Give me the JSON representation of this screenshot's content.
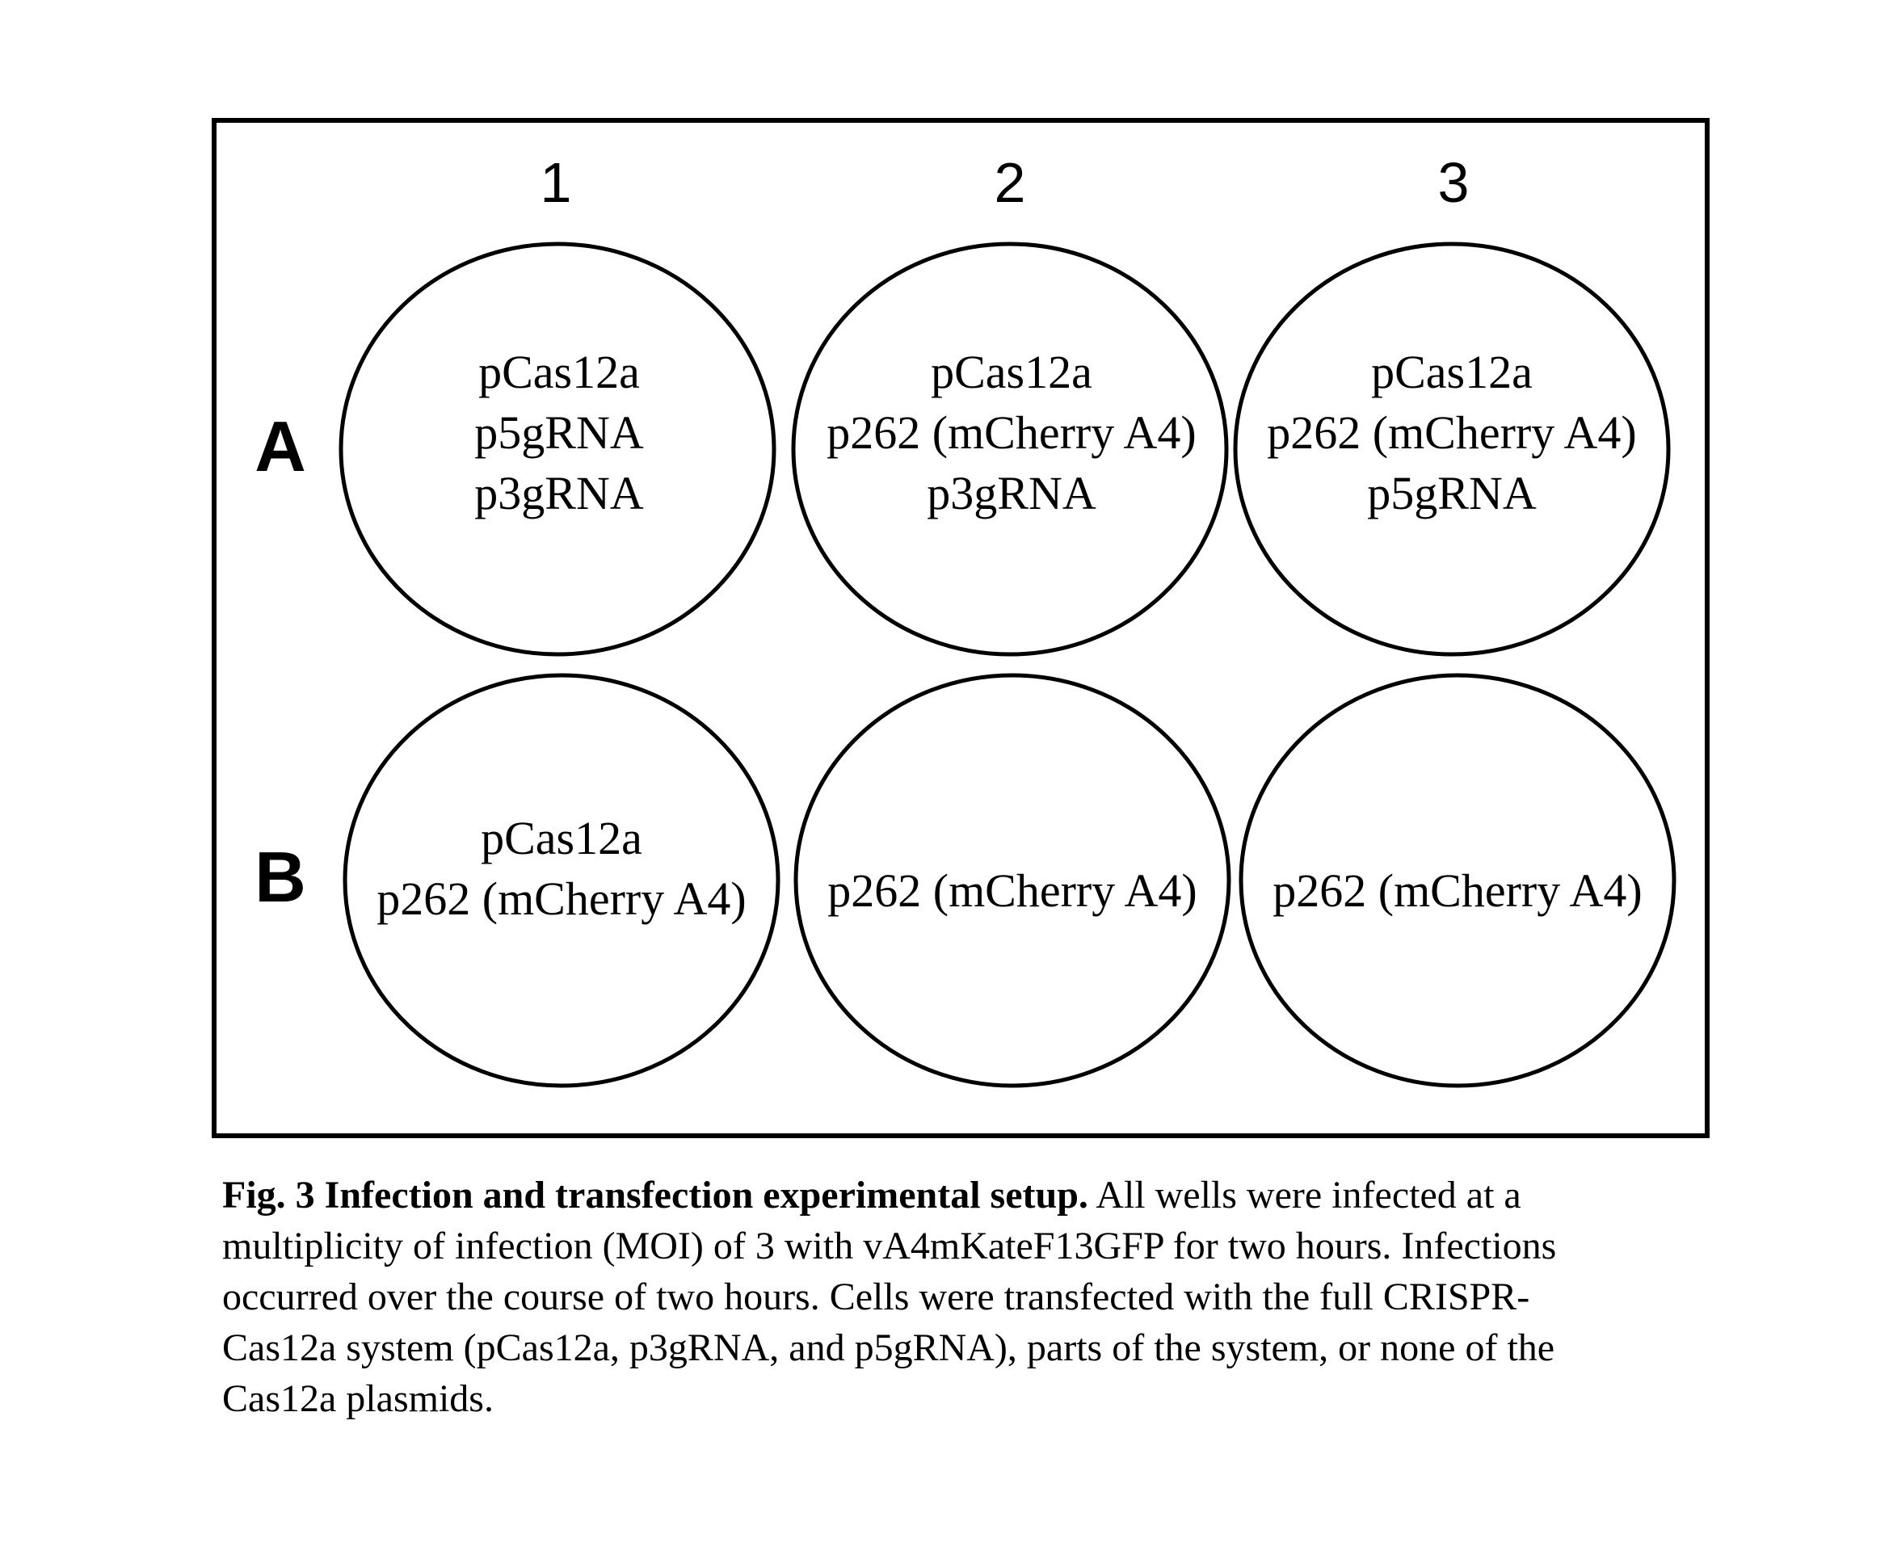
{
  "figure": {
    "columns": [
      "1",
      "2",
      "3"
    ],
    "rows": [
      "A",
      "B"
    ],
    "wells": {
      "A1": [
        "pCas12a",
        "p5gRNA",
        "p3gRNA"
      ],
      "A2": [
        "pCas12a",
        "p262 (mCherry A4)",
        "p3gRNA"
      ],
      "A3": [
        "pCas12a",
        "p262 (mCherry A4)",
        "p5gRNA"
      ],
      "B1": [
        "pCas12a",
        "p262 (mCherry A4)"
      ],
      "B2": [
        "p262 (mCherry A4)"
      ],
      "B3": [
        "p262 (mCherry A4)"
      ]
    }
  },
  "caption": {
    "title": "Fig. 3 Infection and transfection experimental setup.",
    "line1_rest": " All wells were infected at a",
    "line2": "multiplicity of infection (MOI) of 3 with vA4mKateF13GFP for two hours. Infections",
    "line3": "occurred over the course of two hours. Cells were transfected with the full CRISPR-",
    "line4": "Cas12a system (pCas12a, p3gRNA, and p5gRNA), parts of the system, or none of the",
    "line5": "Cas12a plasmids."
  }
}
